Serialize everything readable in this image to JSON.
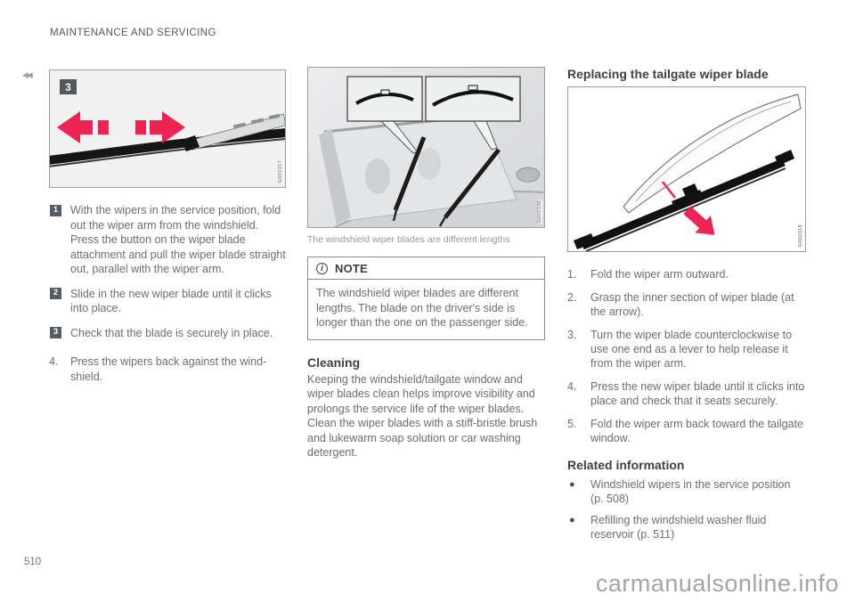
{
  "header": {
    "chapter_title": "MAINTENANCE AND SERVICING"
  },
  "marker": {
    "continuation_icon": "◀◀"
  },
  "left_column": {
    "figure_label": "3",
    "figure_code": "G002317",
    "steps": [
      {
        "marker": "1",
        "text": "With the wipers in the service position, fold out the wiper arm from the windshield. Press the button on the wiper blade attachment and pull the wiper blade straight out, parallel with the wiper arm."
      },
      {
        "marker": "2",
        "text": "Slide in the new wiper blade until it clicks into place."
      },
      {
        "marker": "3",
        "text": "Check that the blade is securely in place."
      },
      {
        "marker": "4.",
        "text": "Press the wipers back against the wind-shield."
      }
    ]
  },
  "middle_column": {
    "figure_code": "G002336",
    "caption": "The windshield wiper blades are different lengths",
    "note": {
      "title": "NOTE",
      "body": "The windshield wiper blades are different lengths. The blade on the driver's side is longer than the one on the passenger side."
    },
    "cleaning": {
      "heading": "Cleaning",
      "body": "Keeping the windshield/tailgate window and wiper blades clean helps improve visibility and prolongs the service life of the wiper blades. Clean the wiper blades with a stiff-bristle brush and lukewarm soap solution or car washing detergent."
    }
  },
  "right_column": {
    "heading": "Replacing the tailgate wiper blade",
    "figure_code": "G002318",
    "steps": [
      {
        "marker": "1.",
        "text": "Fold the wiper arm outward."
      },
      {
        "marker": "2.",
        "text": "Grasp the inner section of wiper blade (at the arrow)."
      },
      {
        "marker": "3.",
        "text": "Turn the wiper blade counterclockwise to use one end as a lever to help release it from the wiper arm."
      },
      {
        "marker": "4.",
        "text": "Press the new wiper blade until it clicks into place and check that it seats securely."
      },
      {
        "marker": "5.",
        "text": "Fold the wiper arm back toward the tailgate window."
      }
    ],
    "related": {
      "heading": "Related information",
      "items": [
        "Windshield wipers in the service position (p. 508)",
        "Refilling the windshield washer fluid reservoir (p. 511)"
      ]
    }
  },
  "footer": {
    "page_number": "510",
    "watermark": "carmanualsonline.info"
  },
  "colors": {
    "accent_magenta": "#ed2352",
    "step_box": "#565c5f"
  }
}
